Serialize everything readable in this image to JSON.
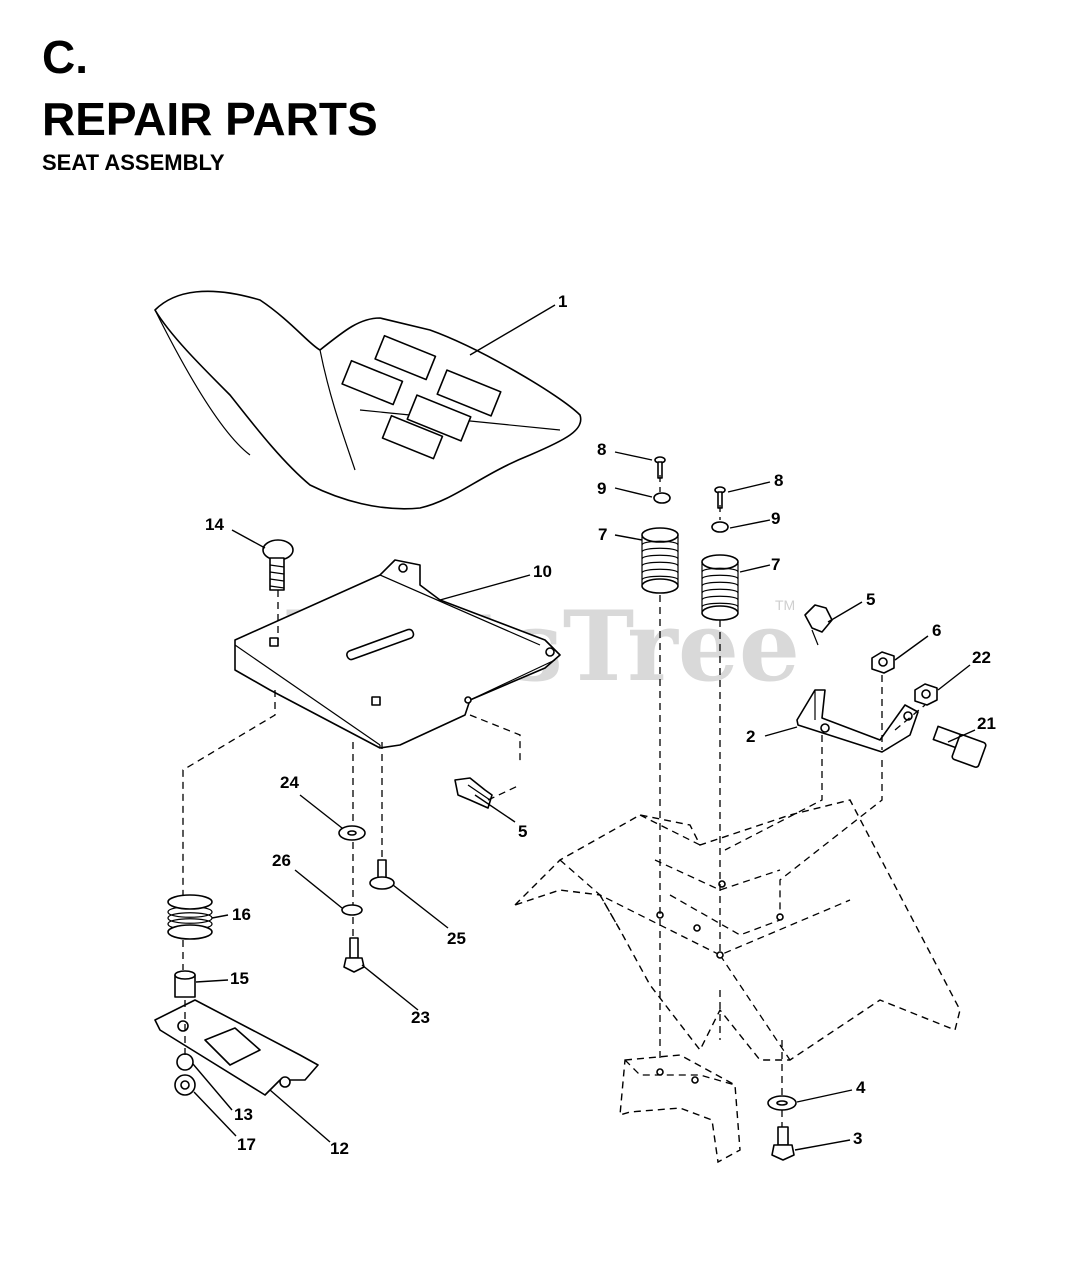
{
  "header": {
    "section": "C.",
    "title": "REPAIR PARTS",
    "subtitle": "SEAT ASSEMBLY"
  },
  "watermark": {
    "text": "PartsTree",
    "tm": "TM"
  },
  "callouts": [
    "1",
    "14",
    "10",
    "8",
    "9",
    "7",
    "8",
    "9",
    "7",
    "5",
    "6",
    "22",
    "2",
    "21",
    "24",
    "5",
    "26",
    "25",
    "16",
    "23",
    "15",
    "4",
    "13",
    "3",
    "17",
    "12"
  ]
}
